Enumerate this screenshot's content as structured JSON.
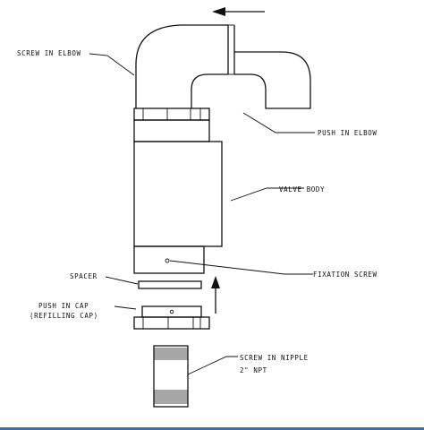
{
  "labels": {
    "screw_in_elbow": "SCREW IN ELBOW",
    "push_in_elbow": "PUSH IN ELBOW",
    "valve_body": "VALVE BODY",
    "fixation_screw": "FIXATION SCREW",
    "spacer": "SPACER",
    "push_in_cap": "PUSH IN CAP",
    "refilling_cap": "(REFILLING CAP)",
    "screw_in_nipple": "SCREW IN NIPPLE",
    "nipple_size": "2\" NPT"
  },
  "colors": {
    "line": "#111111",
    "background": "#ffffff",
    "bottom_bar": "#3d6fb0"
  }
}
